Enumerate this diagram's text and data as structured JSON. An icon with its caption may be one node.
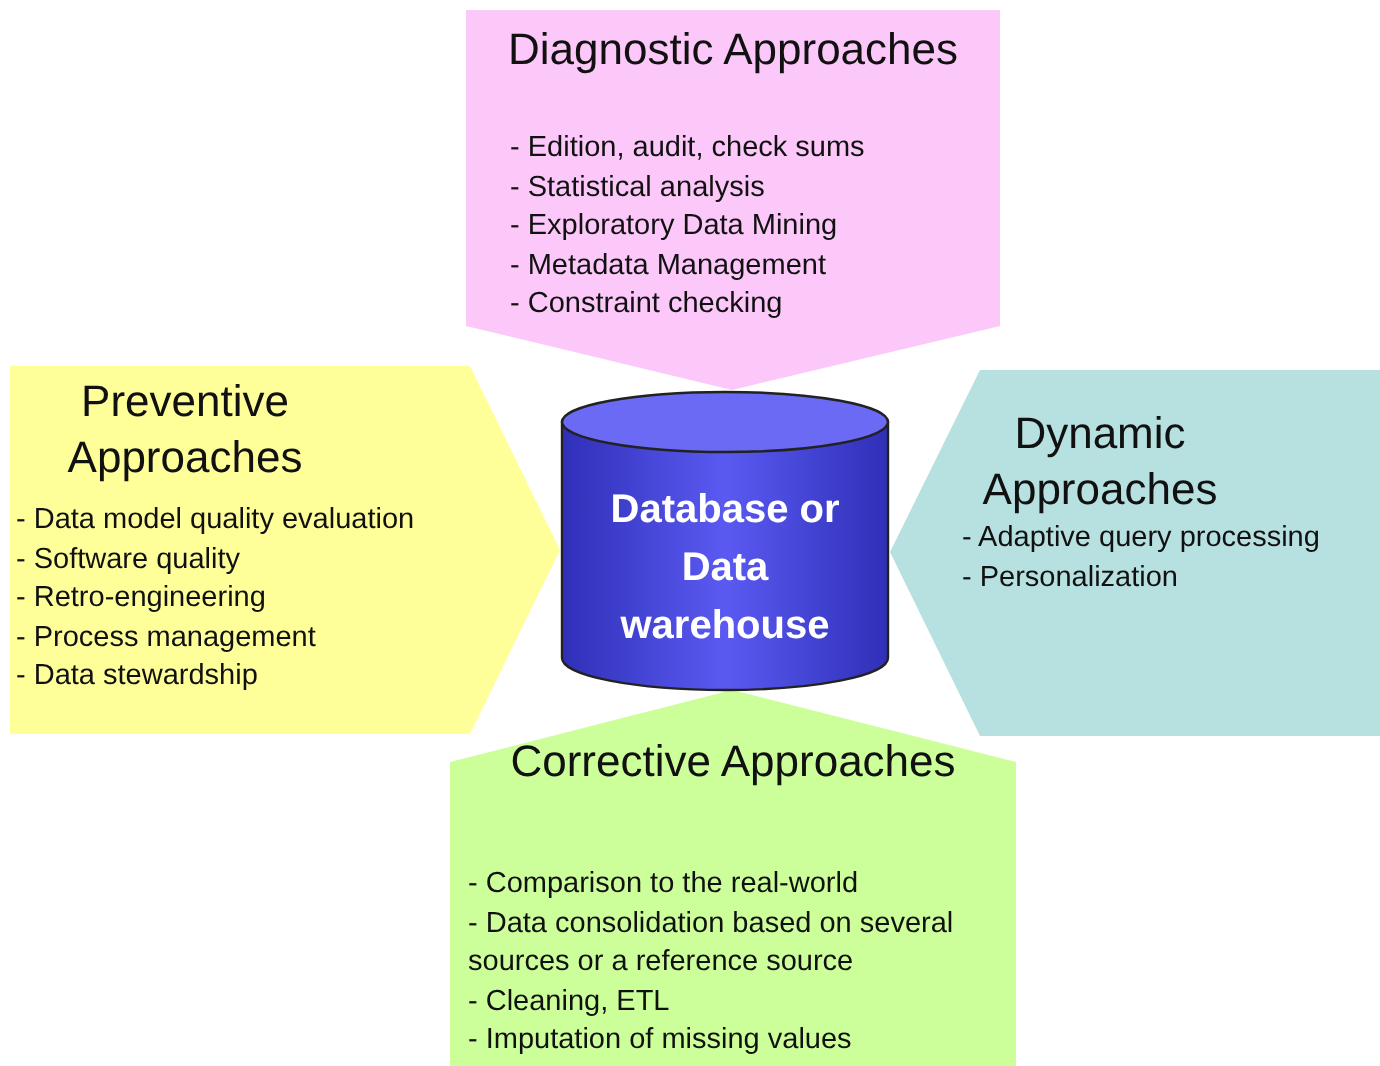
{
  "diagram": {
    "nodes": [
      {
        "text": [
          "Diagnostic Approaches",
          "- Edition, audit, check sums",
          "- Statistical analysis",
          "- Exploratory Data Mining",
          "- Metadata Management",
          "- Constraint checking"
        ]
      },
      {
        "text": [
          "Preventive Approaches",
          "- Data model quality evaluation",
          "- Software quality",
          "- Retro-engineering",
          "- Process management",
          "- Data stewardship"
        ]
      },
      {
        "text": [
          "Dynamic Approaches",
          "- Adaptive query processing",
          "- Personalization"
        ]
      },
      {
        "text": [
          "Corrective Approaches",
          "- Comparison to the real-world",
          "- Data consolidation based on several sources or a reference source",
          "- Cleaning, ETL",
          "- Imputation of missing values"
        ]
      },
      {
        "text": [
          "Database or Data warehouse"
        ]
      }
    ]
  }
}
